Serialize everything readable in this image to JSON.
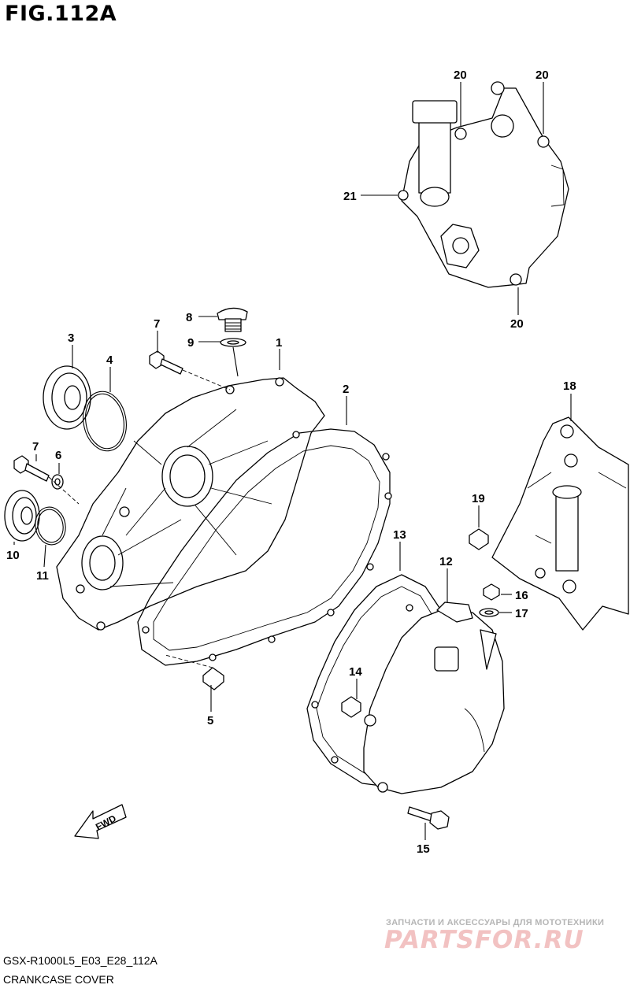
{
  "figure": {
    "title": "FIG.112A",
    "code": "GSX-R1000L5_E03_E28_112A",
    "name": "CRANKCASE COVER"
  },
  "direction_marker": "FWD",
  "watermark": {
    "tagline": "ЗАПЧАСТИ И АКСЕССУАРЫ ДЛЯ МОТОТЕХНИКИ",
    "logo": "PARTSFOR.RU"
  },
  "callouts": [
    {
      "id": "c20a",
      "label": "20"
    },
    {
      "id": "c20b",
      "label": "20"
    },
    {
      "id": "c21",
      "label": "21"
    },
    {
      "id": "c20c",
      "label": "20"
    },
    {
      "id": "c8",
      "label": "8"
    },
    {
      "id": "c7a",
      "label": "7"
    },
    {
      "id": "c9",
      "label": "9"
    },
    {
      "id": "c1",
      "label": "1"
    },
    {
      "id": "c3",
      "label": "3"
    },
    {
      "id": "c4",
      "label": "4"
    },
    {
      "id": "c2",
      "label": "2"
    },
    {
      "id": "c18",
      "label": "18"
    },
    {
      "id": "c7b",
      "label": "7"
    },
    {
      "id": "c6",
      "label": "6"
    },
    {
      "id": "c19",
      "label": "19"
    },
    {
      "id": "c13",
      "label": "13"
    },
    {
      "id": "c12",
      "label": "12"
    },
    {
      "id": "c10",
      "label": "10"
    },
    {
      "id": "c11",
      "label": "11"
    },
    {
      "id": "c16",
      "label": "16"
    },
    {
      "id": "c17",
      "label": "17"
    },
    {
      "id": "c14",
      "label": "14"
    },
    {
      "id": "c5",
      "label": "5"
    },
    {
      "id": "c15",
      "label": "15"
    }
  ]
}
